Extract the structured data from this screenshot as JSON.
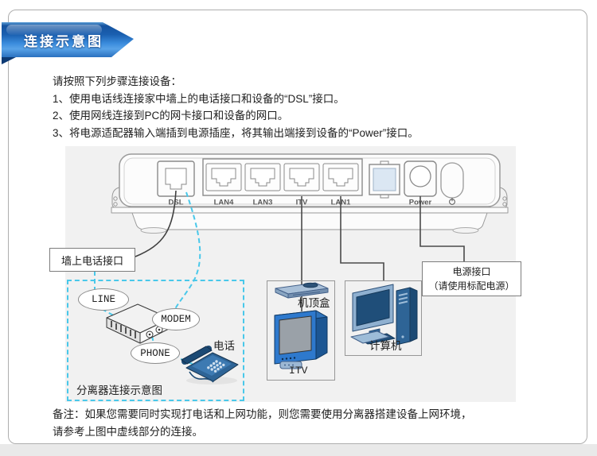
{
  "banner": {
    "title": "连接示意图"
  },
  "instructions": {
    "intro": "请按照下列步骤连接设备：",
    "steps": [
      "1、使用电话线连接家中墙上的电话接口和设备的“DSL”接口。",
      "2、使用网线连接到PC的网卡接口和设备的网口。",
      "3、将电源适配器输入端插到电源插座，将其输出端接到设备的“Power”接口。"
    ]
  },
  "device": {
    "port_labels": {
      "dsl": "DSL",
      "lan4": "LAN4",
      "lan3": "LAN3",
      "itv": "ITV",
      "lan1": "LAN1",
      "power": "Power"
    }
  },
  "callouts": {
    "wall_jack": "墙上电话接口",
    "power_line1": "电源接口",
    "power_line2": "（请使用标配电源）",
    "splitter_caption": "分离器连接示意图",
    "line_port": "LINE",
    "modem_port": "MODEM",
    "phone_port": "PHONE",
    "telephone": "电话",
    "set_top_box": "机顶盒",
    "itv_tv": "ITV",
    "computer": "计算机"
  },
  "note": {
    "line1": "备注：如果您需要同时实现打电话和上网功能，则您需要使用分离器搭建设备上网环境，",
    "line2": "请参考上图中虚线部分的连接。"
  },
  "colors": {
    "banner_blue": "#1a5fb0",
    "dashed_cyan": "#49c8ea",
    "illustration_blue": "#2e6496"
  }
}
